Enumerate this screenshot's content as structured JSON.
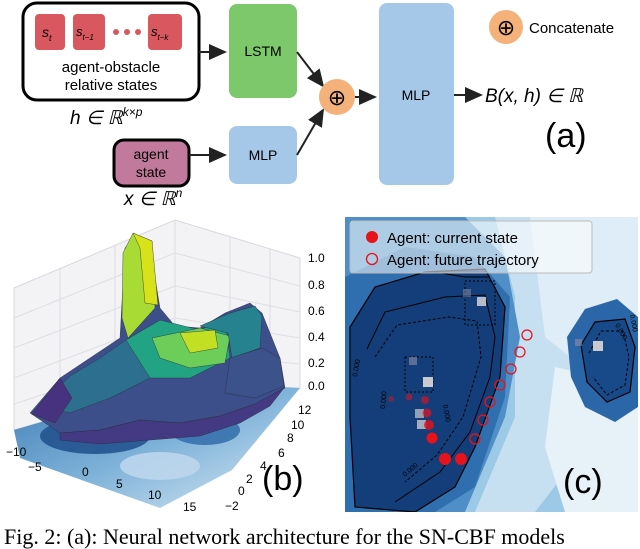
{
  "architecture": {
    "state_tokens": [
      "s",
      "t",
      "s",
      "t−1",
      "s",
      "t−k"
    ],
    "history_box_label": "agent-obstacle\nrelative states",
    "history_math": "h ∈ ℝ",
    "history_math_sup": "k×p",
    "lstm_label": "LSTM",
    "agent_box_label": "agent\nstate",
    "agent_mlp_label": "MLP",
    "agent_math": "x ∈ ℝ",
    "agent_math_sup": "n",
    "concat_symbol": "⊕",
    "main_mlp_label": "MLP",
    "output_math": "B(x, h) ∈ ℝ",
    "legend_label": "Concatenate",
    "panel_label": "(a)",
    "colors": {
      "token": "#d9575e",
      "lstm": "#7cc86a",
      "mlp": "#a6c8e8",
      "agent": "#c27a9c",
      "concat": "#f4b27a"
    }
  },
  "surface_plot": {
    "panel_label": "(b)",
    "z_ticks": [
      "1.0",
      "0.8",
      "0.6",
      "0.4",
      "0.2",
      "0.0"
    ],
    "x_ticks": [
      "−10",
      "−5",
      "0",
      "5",
      "10",
      "15"
    ],
    "y_ticks": [
      "12",
      "10",
      "8",
      "6",
      "4",
      "2",
      "0",
      "−2"
    ]
  },
  "contour_plot": {
    "panel_label": "(c)",
    "legend": [
      "Agent: current state",
      "Agent: future trajectory"
    ],
    "contour_labels": [
      "0.000",
      "0.000",
      "0.000",
      "0.000",
      "0.000",
      "0.000"
    ]
  },
  "caption": {
    "text": "Fig. 2: (a): Neural network architecture for the SN-CBF models"
  }
}
